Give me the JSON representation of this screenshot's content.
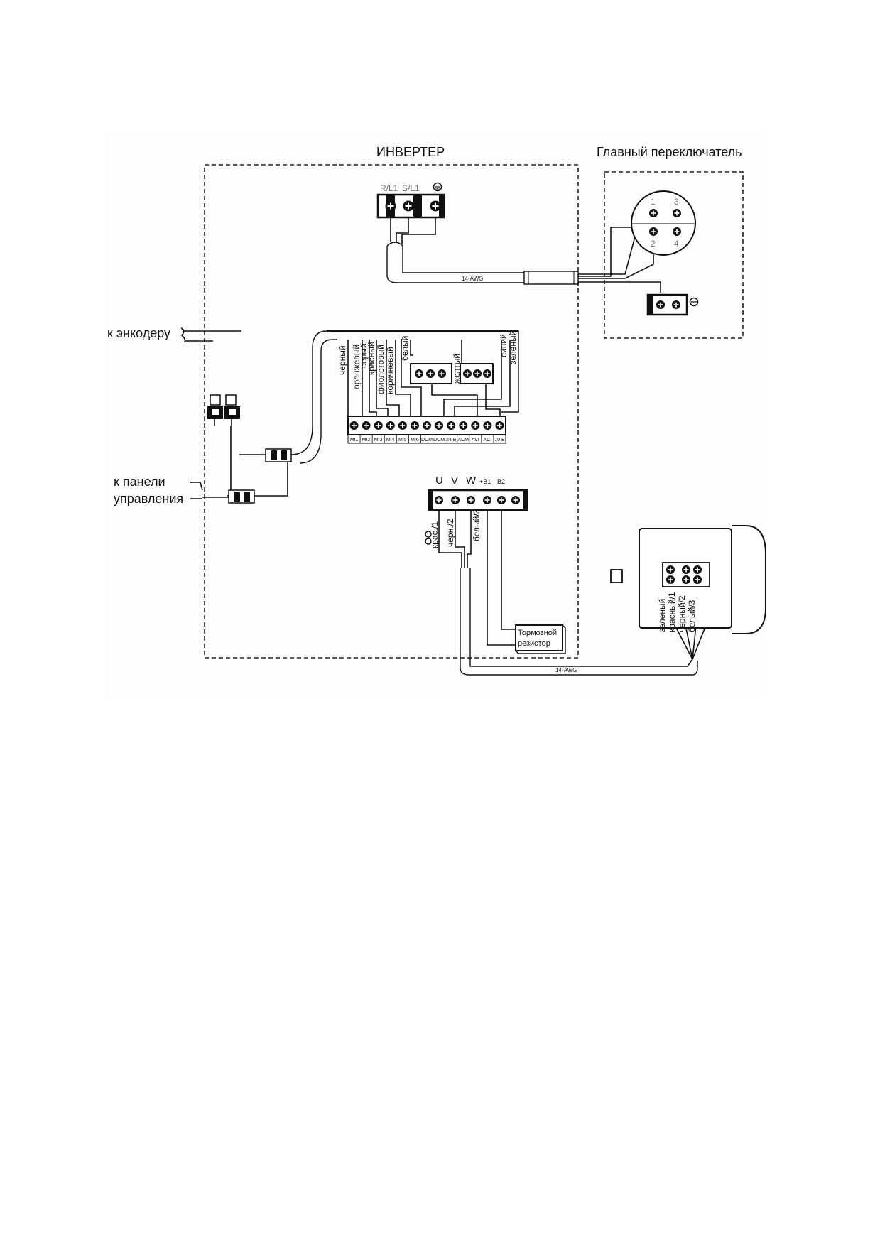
{
  "inverter": {
    "title": "ИНВЕРТЕР",
    "power_terminals": [
      "R/L1",
      "S/L1"
    ],
    "cable_label_power": "14-AWG",
    "cable_label_motor": "14-AWG",
    "wire_colors": [
      "черный",
      "оранжевый",
      "серый",
      "красный",
      "фиолетовый",
      "коричневый",
      "белый",
      "желтый",
      "синий",
      "зеленый"
    ],
    "control_terminals": [
      "MI1",
      "MI2",
      "MI3",
      "MI4",
      "MI5",
      "MI6",
      "DCM",
      "DCM",
      "24 В",
      "ACM",
      "AVI",
      "ACI",
      "10 В"
    ],
    "output_terminals": [
      "U",
      "V",
      "W",
      "+B1",
      "B2"
    ],
    "output_wires": [
      "крас./1",
      "черн./2",
      "белый/3"
    ],
    "brake_resistor": {
      "line1": "Тормозной",
      "line2": "резистор"
    }
  },
  "main_switch": {
    "title": "Главный переключатель",
    "contacts": [
      "1",
      "3",
      "2",
      "4"
    ]
  },
  "external": {
    "encoder": "к энкодеру",
    "panel_line1": "к панели",
    "panel_line2": "управления"
  },
  "motor": {
    "wires": [
      "зеленый",
      "красный/1",
      "черный/2",
      "белый/3"
    ]
  }
}
